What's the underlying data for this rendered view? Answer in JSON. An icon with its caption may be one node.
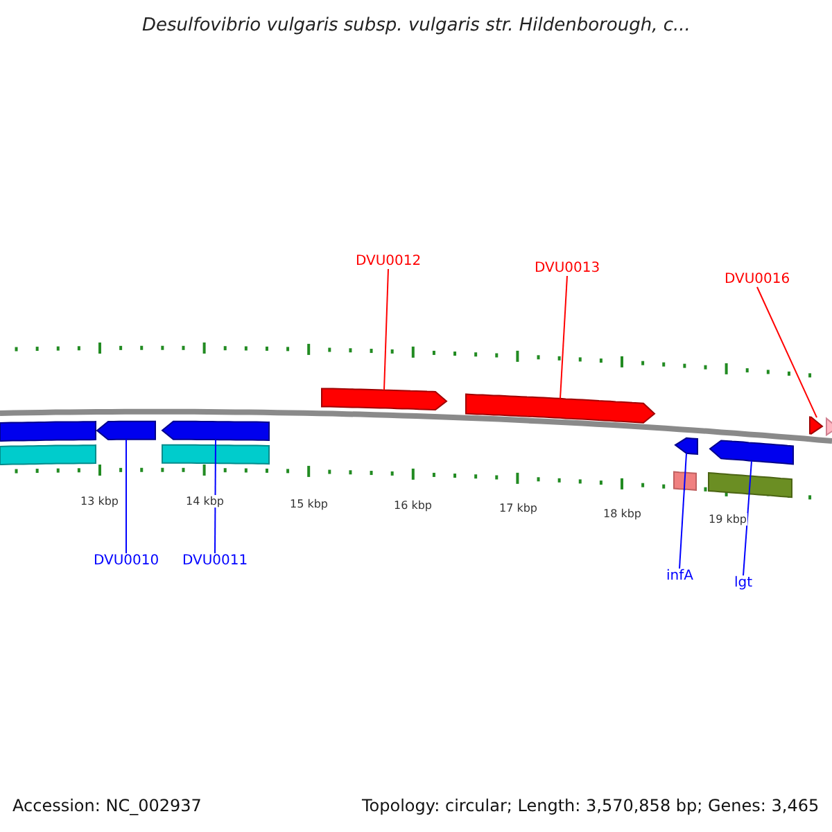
{
  "diagram": {
    "title": "Desulfovibrio vulgaris subsp. vulgaris str. Hildenborough, c...",
    "nodes": [
      {
        "text": [
          "DVU0012"
        ]
      },
      {
        "text": [
          "DVU0013"
        ]
      },
      {
        "text": [
          "DVU0016"
        ]
      },
      {
        "text": [
          "DVU0010"
        ]
      },
      {
        "text": [
          "DVU0011"
        ]
      },
      {
        "text": [
          "infA"
        ]
      },
      {
        "text": [
          "lgt"
        ]
      },
      {
        "text": [],
        "shape": "bar"
      },
      {
        "text": [],
        "shape": "bar"
      },
      {
        "text": [],
        "shape": "bar"
      },
      {
        "text": [],
        "shape": "bar"
      },
      {
        "text": [],
        "shape": "bar"
      },
      {
        "text": [],
        "shape": "bar"
      },
      {
        "text": [],
        "shape": "bar"
      },
      {
        "text": [],
        "shape": "bar"
      },
      {
        "text": [],
        "shape": "bar"
      },
      {
        "text": [],
        "shape": "bar"
      },
      {
        "text": [],
        "shape": "bar"
      },
      {
        "text": [],
        "shape": "bar"
      },
      {
        "text": [],
        "shape": "bar"
      }
    ],
    "edges": [
      {
        "from": 0,
        "to": 7,
        "arrow": "none",
        "color": "#ff0000"
      },
      {
        "from": 1,
        "to": 8,
        "arrow": "none",
        "color": "#ff0000"
      },
      {
        "from": 2,
        "to": 9,
        "arrow": "none",
        "color": "#ff0000"
      },
      {
        "from": 3,
        "to": 10,
        "arrow": "none",
        "color": "#0000ff"
      },
      {
        "from": 4,
        "to": 11,
        "arrow": "none",
        "color": "#0000ff"
      },
      {
        "from": 5,
        "to": 12,
        "arrow": "none",
        "color": "#0000ff"
      },
      {
        "from": 6,
        "to": 13,
        "arrow": "none",
        "color": "#0000ff"
      }
    ],
    "labels": [
      "13 kbp",
      "14 kbp",
      "15 kbp",
      "16 kbp",
      "17 kbp",
      "18 kbp",
      "19 kbp",
      "Accession: NC_002937",
      "Topology: circular; Length: 3,570,858 bp; Genes: 3,465"
    ]
  }
}
